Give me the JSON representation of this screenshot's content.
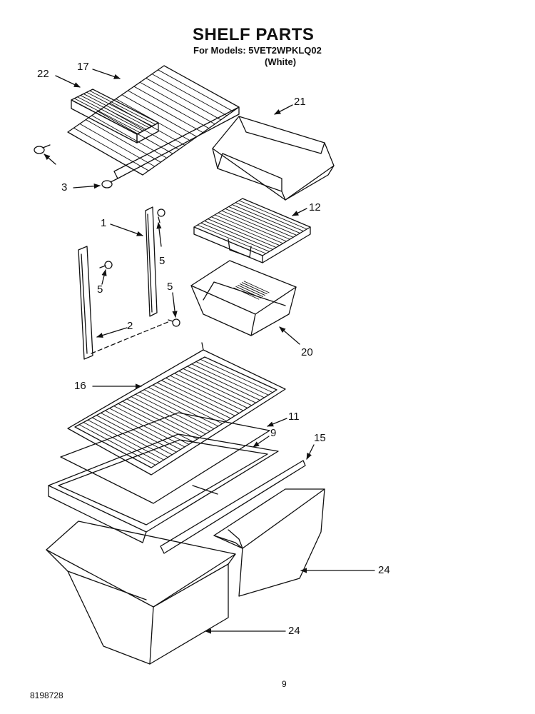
{
  "title": "SHELF PARTS",
  "models_line": "For Models: 5VET2WPKLQ02",
  "color_line": "(White)",
  "page_number": "9",
  "doc_number": "8198728",
  "callouts": {
    "c22": "22",
    "c17": "17",
    "c21": "21",
    "c3": "3",
    "c12": "12",
    "c1": "1",
    "c5a": "5",
    "c5b": "5",
    "c5c": "5",
    "c2": "2",
    "c20": "20",
    "c16": "16",
    "c11": "11",
    "c9": "9",
    "c15": "15",
    "c24a": "24",
    "c24b": "24"
  }
}
